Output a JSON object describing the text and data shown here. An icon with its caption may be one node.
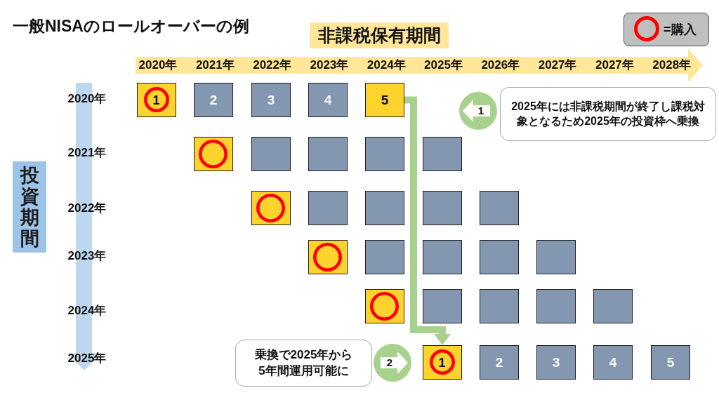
{
  "diagram": {
    "title": "一般NISAのロールオーバーの例",
    "nodes": [
      {
        "text": [
          "非課税保有期間"
        ]
      },
      {
        "text": [
          "2020年",
          "2021年",
          "2022年",
          "2023年",
          "2024年",
          "2025年",
          "2026年",
          "2027年",
          "2027年",
          "2028年"
        ]
      },
      {
        "text": [
          "2020年",
          "2021年",
          "2022年",
          "2023年",
          "2024年",
          "2025年"
        ]
      },
      {
        "text": [
          "投資期間"
        ]
      },
      {
        "text": [
          "1"
        ]
      },
      {
        "text": [
          "2"
        ]
      },
      {
        "text": [
          "3"
        ]
      },
      {
        "text": [
          "4"
        ]
      },
      {
        "text": [
          "5"
        ]
      },
      {
        "text": [
          "1"
        ]
      },
      {
        "text": [
          "2025年には非課税期間が終了し課税対象となるため2025年の投資枠へ乗換"
        ]
      },
      {
        "text": [],
        "shape": "box"
      },
      {
        "text": [],
        "shape": "box"
      },
      {
        "text": [],
        "shape": "box"
      },
      {
        "text": [],
        "shape": "box"
      },
      {
        "text": [],
        "shape": "box"
      },
      {
        "text": [],
        "shape": "box"
      },
      {
        "text": [],
        "shape": "box"
      },
      {
        "text": [],
        "shape": "box"
      },
      {
        "text": [],
        "shape": "box"
      },
      {
        "text": [],
        "shape": "box"
      },
      {
        "text": [],
        "shape": "box"
      },
      {
        "text": [],
        "shape": "box"
      },
      {
        "text": [],
        "shape": "box"
      },
      {
        "text": [],
        "shape": "box"
      },
      {
        "text": [],
        "shape": "box"
      },
      {
        "text": [],
        "shape": "box"
      },
      {
        "text": [],
        "shape": "box"
      },
      {
        "text": [],
        "shape": "box"
      },
      {
        "text": [],
        "shape": "box"
      },
      {
        "text": [],
        "shape": "box"
      },
      {
        "text": [
          "乗換で2025年から5年間運用可能に"
        ]
      },
      {
        "text": [
          "2"
        ]
      },
      {
        "text": [
          "1"
        ]
      },
      {
        "text": [
          "2"
        ]
      },
      {
        "text": [
          "3"
        ]
      },
      {
        "text": [
          "4"
        ]
      },
      {
        "text": [
          "5"
        ]
      }
    ],
    "edges": [
      {
        "from": 8,
        "to": 33,
        "arrow": "to"
      }
    ],
    "legend": [
      {
        "text": "=購入"
      }
    ]
  }
}
